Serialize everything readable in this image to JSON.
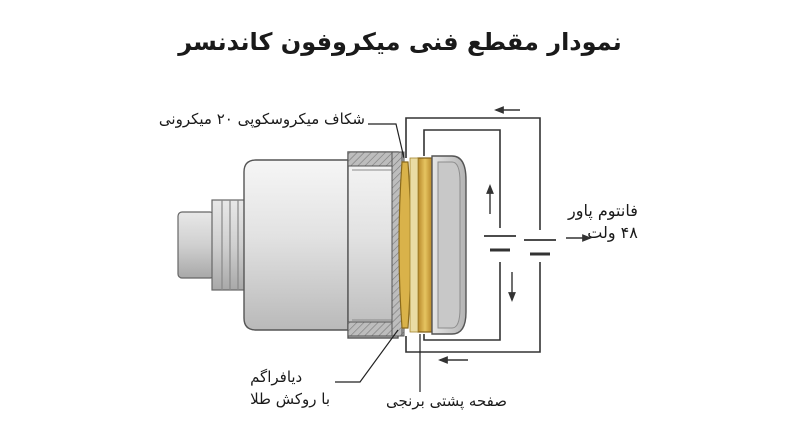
{
  "title": "نمودار مقطع فنی میکروفون کاندنسر",
  "labels": {
    "slit": "شکاف میکروسکوپی ۲۰ میکرونی",
    "phantom_line1": "فانتوم پاور",
    "phantom_line2": "۴۸ ولت",
    "diaphragm_line1": "دیافراگم",
    "diaphragm_line2": "با روکش طلا",
    "backplate": "صفحه پشتی برنجی"
  },
  "colors": {
    "body_light": "#eeeeee",
    "body_mid": "#cfcfcf",
    "body_dark": "#a9a9a9",
    "outline": "#555555",
    "brass": "#c9a23c",
    "brass_light": "#e8c766",
    "wire": "#333333"
  }
}
